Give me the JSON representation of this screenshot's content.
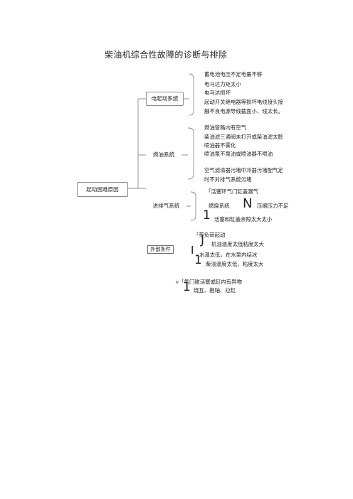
{
  "title": "柴油机综合性故障的诊断与排除",
  "root": {
    "label": "起动困难原因"
  },
  "branches": [
    {
      "label": "电起动系统",
      "items": [
        "蓄电池电压不足电量不够",
        "电马达力矩太小",
        "电马达损坏",
        "起动开关继电器等损坏电线接头接",
        "触不良电源导线截面小，线太长。"
      ]
    },
    {
      "label": "燃油系统",
      "items": [
        "燃油管路内有空气",
        "柴油滤三通阀未打开或柴油滤太脏",
        "喷油器不雾化",
        "喷油泵不泵油或喷油器不喷油",
        "空气滤清器污堵中冷器污堵配气定",
        "时不对排气系统污堵"
      ]
    },
    {
      "label": "进排气系统",
      "items": [
        "「活塞环气门缸盖漏气",
        "燃烧系统",
        "压缩压力不足",
        "活塞和缸盖余隙太大太小"
      ],
      "marks": [
        "N",
        "1"
      ]
    }
  ],
  "external": {
    "label": "外部条件",
    "items": [
      "「带负荷起动",
      "机油温度太低粘度太大",
      "水温太低，在水泵内结冰",
      "柴油温度太低，粘度太大"
    ],
    "marks": [
      "J",
      "I",
      "1"
    ]
  },
  "other": {
    "items": [
      "v「气门碰活塞或缸内有异物",
      "烧瓦、抱轴、拉缸"
    ],
    "marks": [
      "1"
    ]
  }
}
